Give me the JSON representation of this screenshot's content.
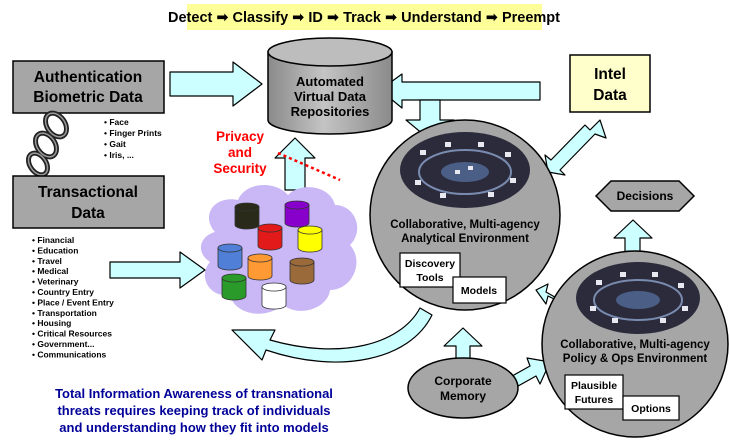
{
  "banner": {
    "text": "Detect ➡ Classify ➡ ID ➡ Track ➡ Understand ➡ Preempt"
  },
  "nodes": {
    "authentication": {
      "line1": "Authentication",
      "line2": "Biometric Data"
    },
    "transactional": {
      "line1": "Transactional",
      "line2": "Data"
    },
    "repositories": {
      "line1": "Automated",
      "line2": "Virtual Data",
      "line3": "Repositories"
    },
    "intel": {
      "line1": "Intel",
      "line2": "Data"
    },
    "privacy": {
      "line1": "Privacy",
      "line2": "and",
      "line3": "Security"
    },
    "decisions": {
      "label": "Decisions"
    },
    "analytical": {
      "line1": "Collaborative, Multi-agency",
      "line2": "Analytical Environment"
    },
    "discovery_tools": {
      "line1": "Discovery",
      "line2": "Tools"
    },
    "models": {
      "label": "Models"
    },
    "policy": {
      "line1": "Collaborative, Multi-agency",
      "line2": "Policy & Ops Environment"
    },
    "plausible_futures": {
      "line1": "Plausible",
      "line2": "Futures"
    },
    "options": {
      "label": "Options"
    },
    "corporate_memory": {
      "line1": "Corporate",
      "line2": "Memory"
    }
  },
  "biometric_items": [
    "Face",
    "Finger Prints",
    "Gait",
    "Iris, ..."
  ],
  "transactional_items": [
    "Financial",
    "Education",
    "Travel",
    "Medical",
    "Veterinary",
    "Country Entry",
    "Place / Event Entry",
    "Transportation",
    "Housing",
    "Critical Resources",
    "Government...",
    "Communications"
  ],
  "caption": {
    "line1": "Total Information Awareness of transnational",
    "line2": "threats requires keeping track of individuals",
    "line3": "and understanding how they fit into models"
  },
  "colors": {
    "banner_bg": "#ffff99",
    "box_gray": "#a6a6a6",
    "repo_gray": "#a0a0a0",
    "arrow_fill": "#ccffff",
    "intel_bg": "#ffffcc",
    "privacy_red": "#ff0000",
    "caption_blue": "#000099",
    "cloud": "#c9b8f5",
    "cylinders": [
      "#2a2a1a",
      "#8800cc",
      "#4f7fd6",
      "#e31a1a",
      "#00cccc",
      "#ff9933",
      "#ffff00",
      "#2a9a2a",
      "#9a6a3a",
      "#ffffff"
    ]
  }
}
